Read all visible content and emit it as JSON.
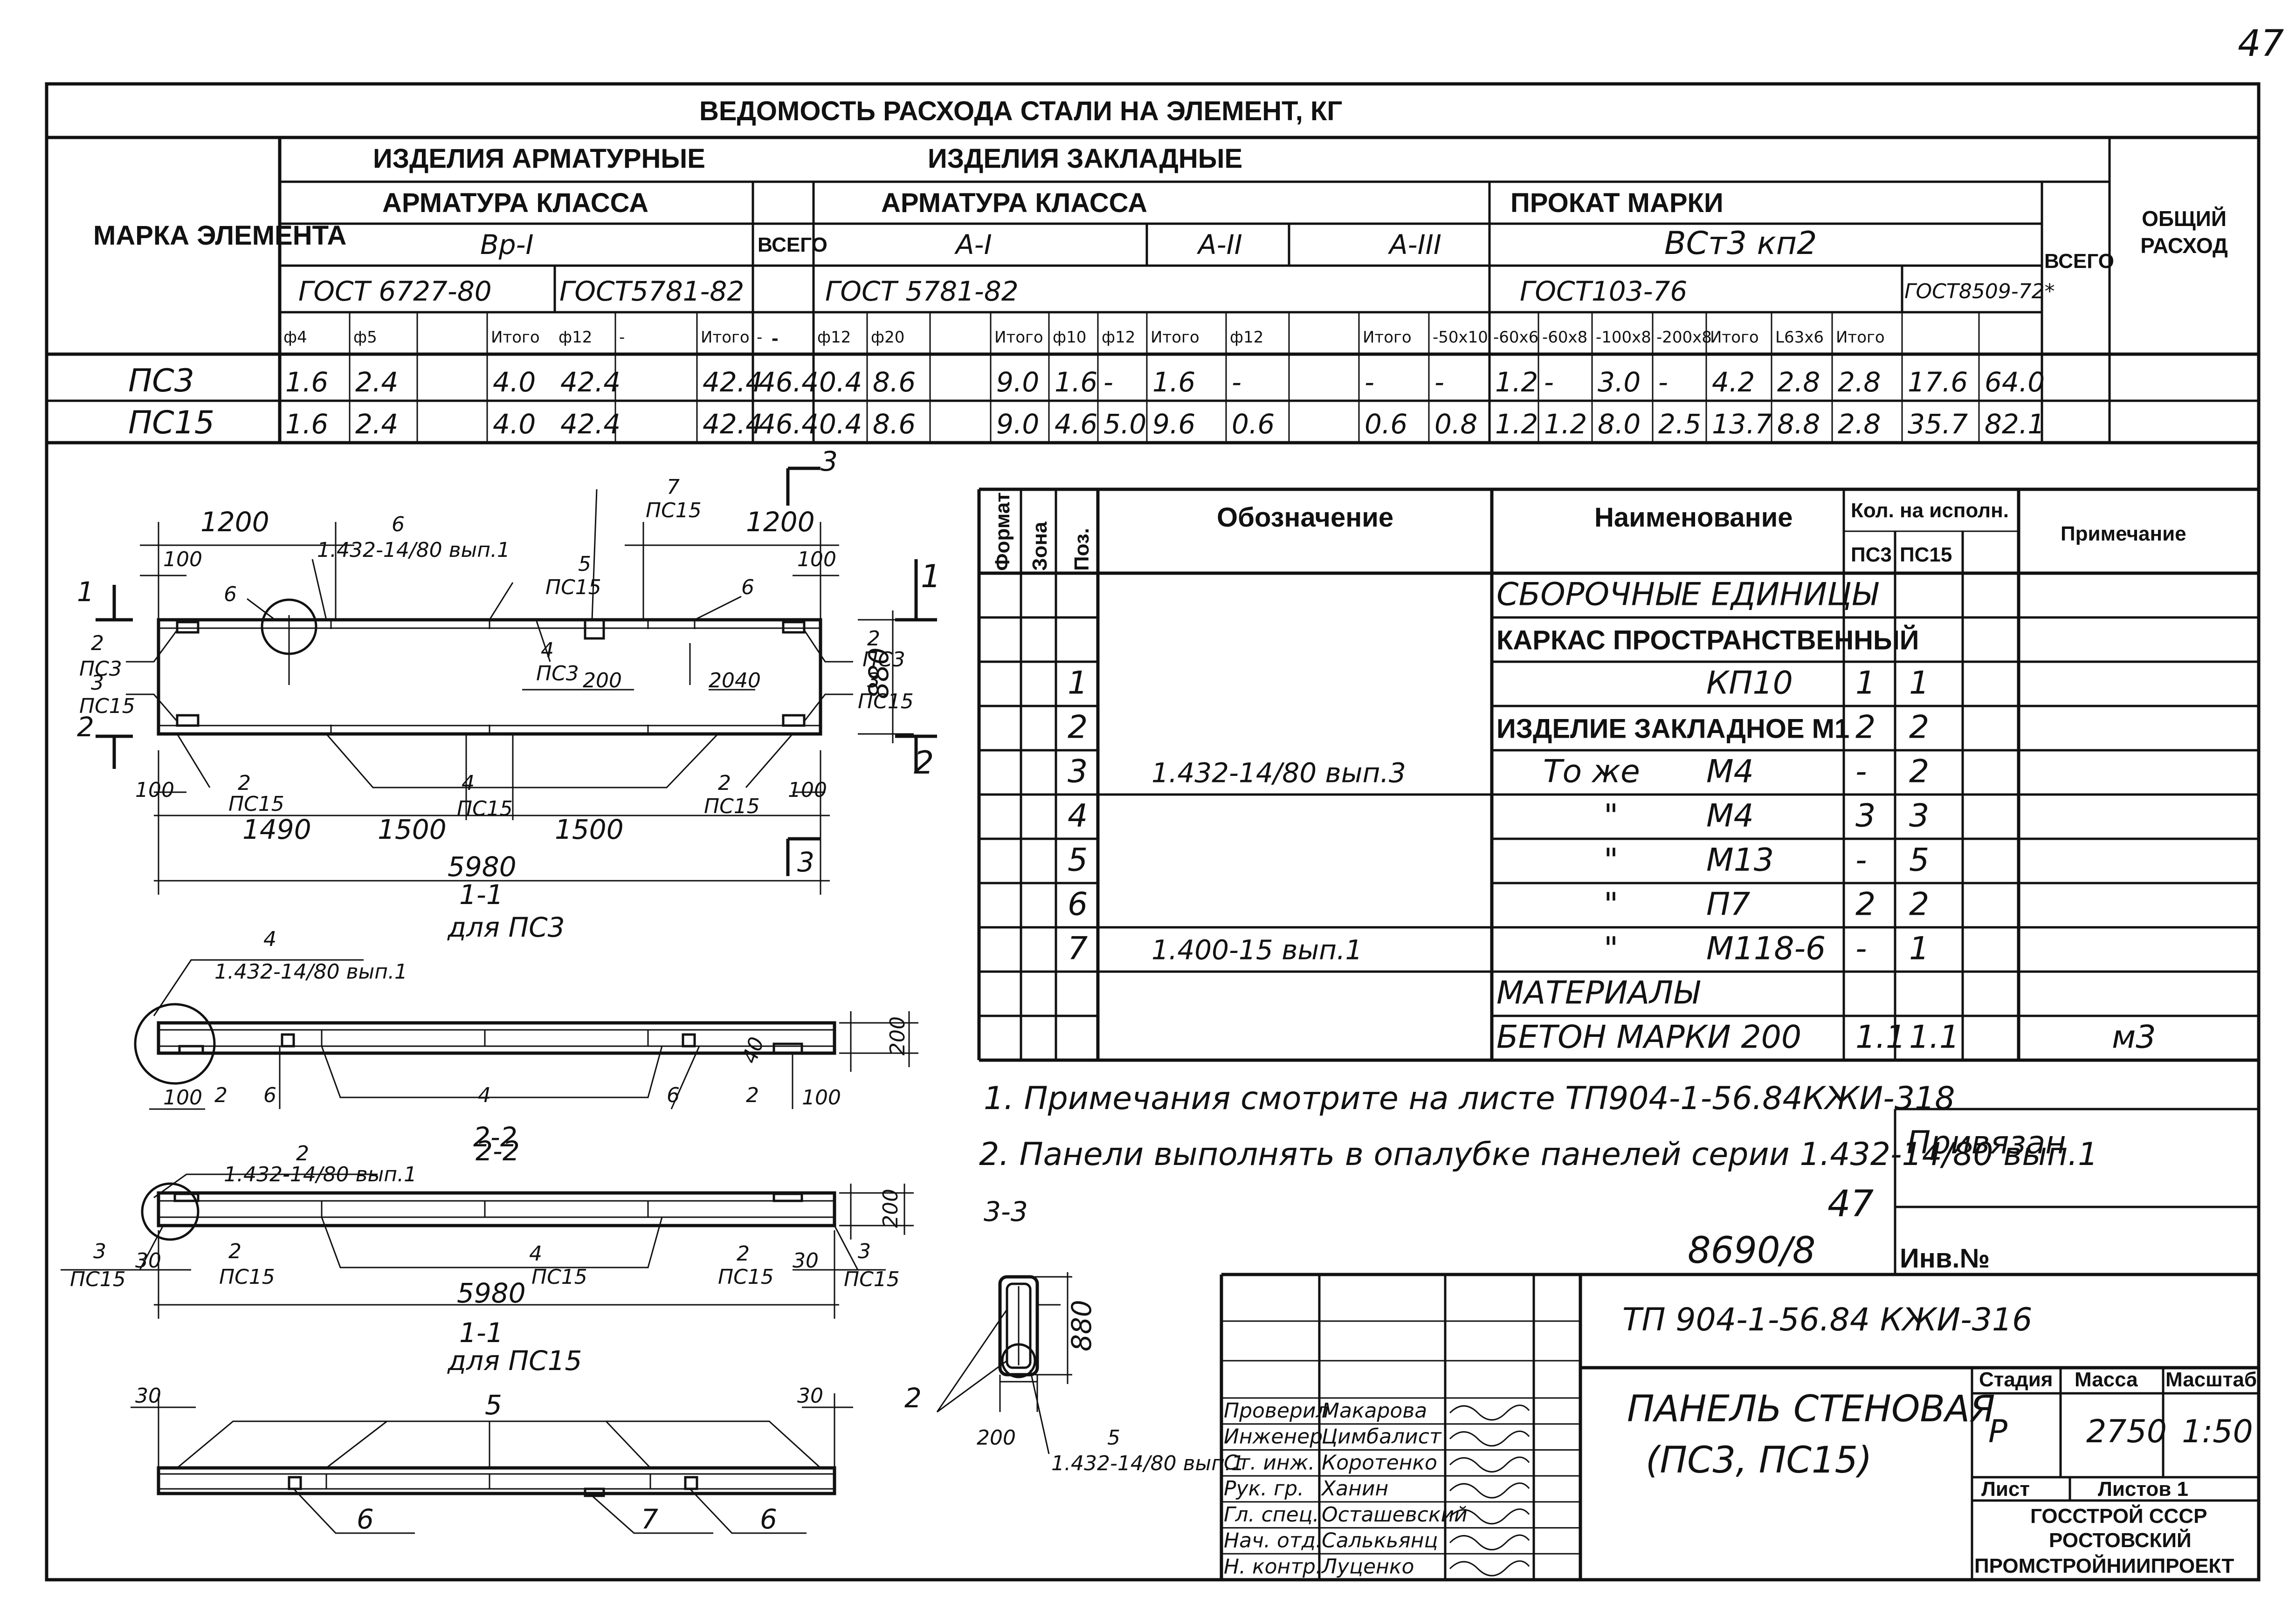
{
  "page_number": "47",
  "steel_table": {
    "title": "ВЕДОМОСТЬ РАСХОДА СТАЛИ НА ЭЛЕМЕНТ, КГ",
    "mark_header": "МАРКА ЭЛЕМЕНТА",
    "group_rebar": "ИЗДЕЛИЯ АРМАТУРНЫЕ",
    "group_embedded": "ИЗДЕЛИЯ ЗАКЛАДНЫЕ",
    "rebar_class": "АРМАТУРА КЛАССА",
    "rebar_class_value": "Вр-I",
    "embedded_rebar_class": "АРМАТУРА КЛАССА",
    "rolled": "ПРОКАТ МАРКИ",
    "rolled_grade": "ВСт3 кп2",
    "class_a1": "А-I",
    "class_a2": "А-II",
    "class_a3": "А-III",
    "gost_1": "ГОСТ 6727-80",
    "gost_2": "ГОСТ5781-82",
    "gost_3": "ГОСТ 5781-82",
    "gost_4": "ГОСТ103-76",
    "gost_5": "ГОСТ8509-72*",
    "total": "ВСЕГО",
    "total_overall": "ОБЩИЙ РАСХОД",
    "dash": "-",
    "columns": [
      "ф4",
      "ф5",
      "",
      "Итого",
      "ф12",
      "-",
      "Итого",
      "-",
      "ф12",
      "ф20",
      "",
      "Итого",
      "ф10",
      "ф12",
      "Итого",
      "ф12",
      "",
      "Итого",
      "-50х10",
      "-60х6",
      "-60х8",
      "-100х8",
      "-200х8",
      "Итого",
      "L63х6",
      "Итого",
      "",
      ""
    ],
    "rows": [
      {
        "mark": "ПС3",
        "cells": [
          "1.6",
          "2.4",
          "",
          "4.0",
          "42.4",
          "",
          "42.4",
          "46.4",
          "0.4",
          "8.6",
          "",
          "9.0",
          "1.6",
          "-",
          "1.6",
          "-",
          "",
          "-",
          "-",
          "1.2",
          "-",
          "3.0",
          "-",
          "4.2",
          "2.8",
          "2.8",
          "17.6",
          "64.0"
        ]
      },
      {
        "mark": "ПС15",
        "cells": [
          "1.6",
          "2.4",
          "",
          "4.0",
          "42.4",
          "",
          "42.4",
          "46.4",
          "0.4",
          "8.6",
          "",
          "9.0",
          "4.6",
          "5.0",
          "9.6",
          "0.6",
          "",
          "0.6",
          "0.8",
          "1.2",
          "1.2",
          "8.0",
          "2.5",
          "13.7",
          "8.8",
          "2.8",
          "35.7",
          "82.1"
        ]
      }
    ]
  },
  "spec": {
    "headers": {
      "format": "Формат",
      "zone": "Зона",
      "pos": "Поз.",
      "designation": "Обозначение",
      "name": "Наименование",
      "qty": "Кол. на исполн.",
      "note": "Примечание",
      "qty_a": "ПС3",
      "qty_b": "ПС15"
    },
    "rows": [
      {
        "pos": "",
        "designation": "",
        "name": "СБОРОЧНЫЕ ЕДИНИЦЫ",
        "name2": "",
        "qty_a": "",
        "qty_b": "",
        "note": ""
      },
      {
        "pos": "",
        "designation": "",
        "name": "КАРКАС ПРОСТРАНСТВЕННЫЙ",
        "name2": "",
        "qty_a": "",
        "qty_b": "",
        "note": ""
      },
      {
        "pos": "1",
        "designation": "",
        "name": "",
        "name2": "КП10",
        "qty_a": "1",
        "qty_b": "1",
        "note": ""
      },
      {
        "pos": "2",
        "designation": "",
        "name": "ИЗДЕЛИЕ ЗАКЛАДНОЕ М1",
        "name2": "",
        "qty_a": "2",
        "qty_b": "2",
        "note": ""
      },
      {
        "pos": "3",
        "designation": "1.432-14/80 вып.3",
        "name": "То же",
        "name2": "М4",
        "qty_a": "-",
        "qty_b": "2",
        "note": ""
      },
      {
        "pos": "4",
        "designation": "",
        "name": "\"",
        "name2": "М4",
        "qty_a": "3",
        "qty_b": "3",
        "note": ""
      },
      {
        "pos": "5",
        "designation": "",
        "name": "\"",
        "name2": "М13",
        "qty_a": "-",
        "qty_b": "5",
        "note": ""
      },
      {
        "pos": "6",
        "designation": "",
        "name": "\"",
        "name2": "П7",
        "qty_a": "2",
        "qty_b": "2",
        "note": ""
      },
      {
        "pos": "7",
        "designation": "1.400-15 вып.1",
        "name": "\"",
        "name2": "М118-6",
        "qty_a": "-",
        "qty_b": "1",
        "note": ""
      },
      {
        "pos": "",
        "designation": "",
        "name": "МАТЕРИАЛЫ",
        "name2": "",
        "qty_a": "",
        "qty_b": "",
        "note": ""
      },
      {
        "pos": "",
        "designation": "",
        "name": "БЕТОН МАРКИ 200",
        "name2": "",
        "qty_a": "1.1",
        "qty_b": "1.1",
        "note": "м3"
      }
    ]
  },
  "notes": [
    "1. Примечания смотрите на листе ТП904-1-56.84КЖИ-318",
    "2. Панели выполнять в опалубке панелей серии 1.432-14/80 вып.1"
  ],
  "binding": {
    "label": "Привязан",
    "inv": "Инв.№",
    "sheet_no": "47",
    "archive_no": "8690/8"
  },
  "drawing": {
    "view_top": {
      "dim_1200_l": "1200",
      "dim_1200_r": "1200",
      "dim_100_tl": "100",
      "dim_100_tr": "100",
      "dim_100_bl": "100",
      "dim_100_br": "100",
      "dim_1490": "1490",
      "dim_1500_a": "1500",
      "dim_1500_b": "1500",
      "dim_5980": "5980",
      "dim_880": "880",
      "dim_200": "200",
      "dim_2040": "2040",
      "ref_series": "1.432-14/80 вып.1",
      "caption_1": "1-1",
      "caption_2": "для ПС3",
      "sec_1": "1",
      "sec_2": "2",
      "sec_3": "3"
    },
    "labels": {
      "p2": "2",
      "p3": "3",
      "p4": "4",
      "p5": "5",
      "p6": "6",
      "p7": "7",
      "ps3": "ПС3",
      "ps15": "ПС15"
    },
    "view_mid": {
      "ref": "1.432-14/80 вып.1",
      "dim_100_a": "100",
      "dim_100_b": "100",
      "dim_200": "200",
      "dim_40": "40",
      "section_22": "2-2"
    },
    "view_low": {
      "ref": "1.432-14/80 вып.1",
      "dim_30_a": "30",
      "dim_30_b": "30",
      "dim_5980": "5980",
      "dim_200": "200",
      "caption_1": "1-1",
      "caption_2": "для ПС15",
      "section_33": "3-3"
    },
    "view_bottom": {
      "dim_30_a": "30",
      "dim_30_b": "30"
    },
    "section_33": {
      "dim_880": "880",
      "dim_200": "200",
      "ref": "1.432-14/80 вып.1"
    }
  },
  "title_block": {
    "code": "ТП 904-1-56.84 КЖИ-316",
    "name_1": "ПАНЕЛЬ СТЕНОВАЯ",
    "name_2": "(ПС3, ПС15)",
    "stage_h": "Стадия",
    "mass_h": "Масса",
    "scale_h": "Масштаб",
    "stage": "Р",
    "mass": "2750",
    "scale": "1:50",
    "sheet_h": "Лист",
    "sheets_h": "Листов 1",
    "org_1": "ГОССТРОЙ СССР",
    "org_2": "РОСТОВСКИЙ",
    "org_3": "ПРОМСТРОЙНИИПРОЕКТ",
    "roles": [
      {
        "role": "Проверил",
        "name": "Макарова"
      },
      {
        "role": "Инженер",
        "name": "Цимбалист"
      },
      {
        "role": "Ст. инж.",
        "name": "Коротенко"
      },
      {
        "role": "Рук. гр.",
        "name": "Ханин"
      },
      {
        "role": "Гл. спец.",
        "name": "Осташевский"
      },
      {
        "role": "Нач. отд.",
        "name": "Салькьянц"
      },
      {
        "role": "Н. контр.",
        "name": "Луценко"
      }
    ]
  }
}
